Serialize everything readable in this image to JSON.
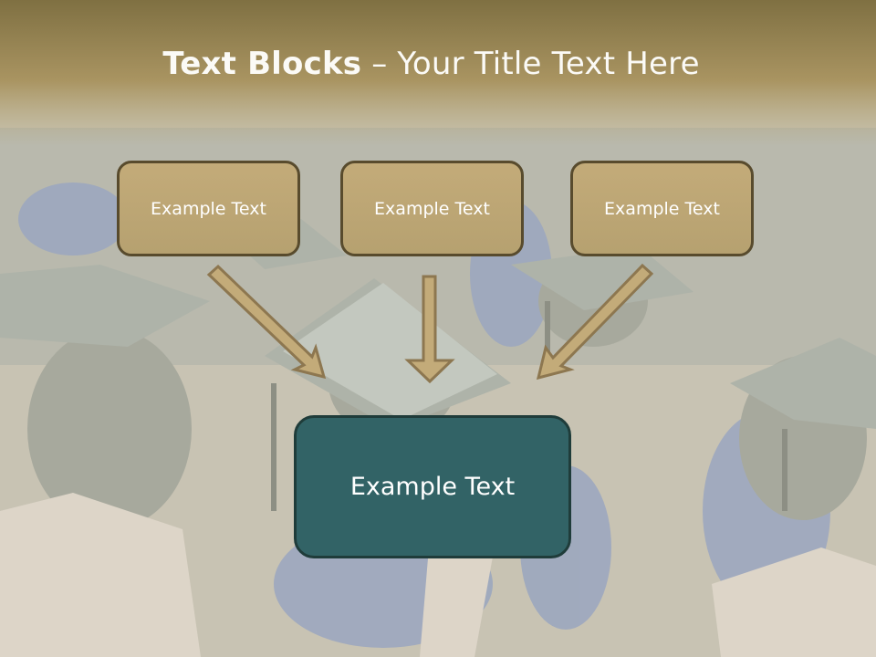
{
  "title": {
    "bold": "Text Blocks",
    "rest": " – Your Title Text Here"
  },
  "blocks": [
    "Example Text",
    "Example Text",
    "Example Text"
  ],
  "center": "Example Text",
  "colors": {
    "box_fill": "#bfa877",
    "box_border": "#584b2d",
    "center_fill": "#326366",
    "arrow_fill": "#c3ab79",
    "header": "#8a7a4c"
  }
}
